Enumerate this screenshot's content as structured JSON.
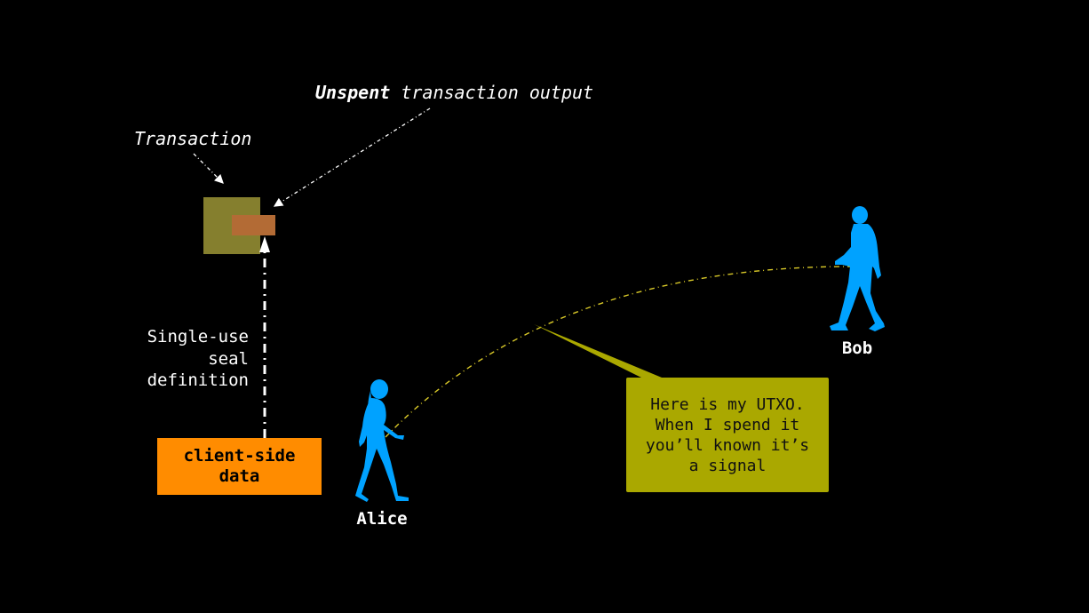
{
  "labels": {
    "utxo_bold": "Unspent",
    "utxo_rest": "transaction output",
    "transaction": "Transaction",
    "seal_lines": [
      "Single-use",
      "seal",
      "definition"
    ],
    "client_data_lines": [
      "client-side",
      "data"
    ],
    "alice": "Alice",
    "bob": "Bob"
  },
  "bubble": {
    "lines": [
      "Here is my UTXO.",
      "When I spend it",
      "you’ll known it’s",
      "a signal"
    ]
  },
  "colors": {
    "background": "#000000",
    "transaction_box": "#857f2e",
    "utxo_box": "#b36b35",
    "client_data_box": "#ff8c00",
    "bubble": "#aaa800",
    "person": "#00a2ff",
    "curve": "#d8c828"
  }
}
